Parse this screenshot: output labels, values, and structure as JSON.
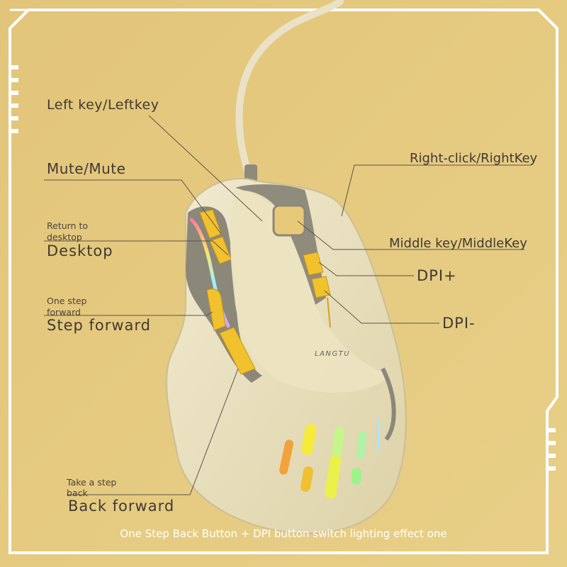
{
  "labels": {
    "left_key": "Left key/Leftkey",
    "mute": "Mute/Mute",
    "desktop_small": "Return to desktop",
    "desktop_small_1": "Return to",
    "desktop_small_2": "desktop",
    "desktop": "Desktop",
    "forward_small_1": "One step",
    "forward_small_2": "forward",
    "step_forward": "Step forward",
    "back_small_1": "Take a step",
    "back_small_2": "back",
    "back_forward": "Back forward",
    "right_click": "Right-click/RightKey",
    "middle_key": "Middle key/MiddleKey",
    "dpi_plus": "DPI+",
    "dpi_minus": "DPI-"
  },
  "brand": "LANGTU",
  "caption": "One Step Back Button + DPI button switch lighting effect one",
  "colors": {
    "background": "#e4c97a",
    "mouse_body": "#ece3c0",
    "accent_yellow": "#f2c12e",
    "trim_gray": "#8b8779",
    "rgb_green": "#b8f07a"
  }
}
